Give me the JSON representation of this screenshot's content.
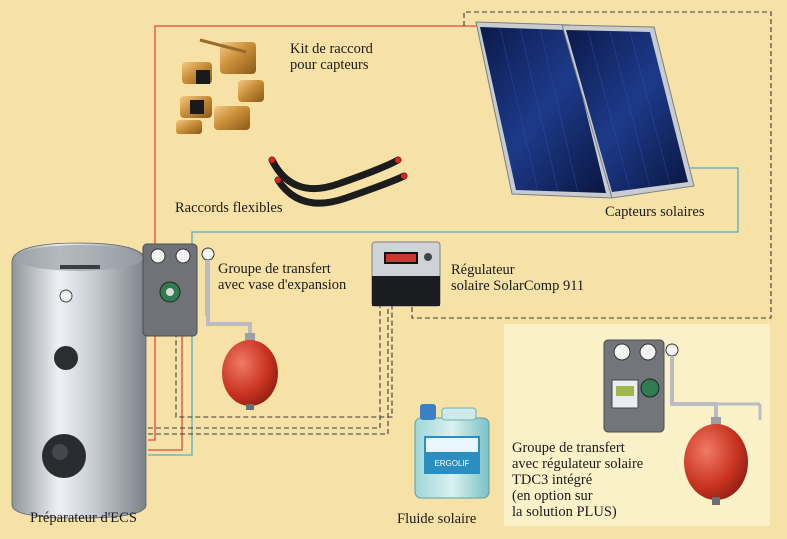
{
  "colors": {
    "background": "#f6e2a6",
    "option_box": "#fbf1c8",
    "hot_pipe": "#e8453a",
    "cold_pipe": "#5aaac6",
    "signal_line": "#3a3a3a"
  },
  "labels": {
    "kit_raccord": "Kit de raccord\npour capteurs",
    "raccords_flexibles": "Raccords flexibles",
    "capteurs_solaires": "Capteurs solaires",
    "groupe_transfert": "Groupe de transfert\navec vase d'expansion",
    "regulateur": "Régulateur\nsolaire SolarComp 911",
    "groupe_tdc3": "Groupe de transfert\navec régulateur solaire\nTDC3 intégré\n(en option sur\nla solution PLUS)",
    "preparateur": "Préparateur d'ECS",
    "fluide": "Fluide solaire"
  },
  "product_text": {
    "fluid_brand": "ERGOLIF"
  },
  "icons": {
    "boiler": "hot-water-tank-icon",
    "panels": "solar-panel-icon",
    "pump_group": "pump-station-icon",
    "expansion_vessel": "expansion-vessel-icon",
    "controller": "solar-controller-icon",
    "fluid": "fluid-canister-icon",
    "fittings": "brass-fittings-icon",
    "hoses": "flexible-hose-icon"
  }
}
